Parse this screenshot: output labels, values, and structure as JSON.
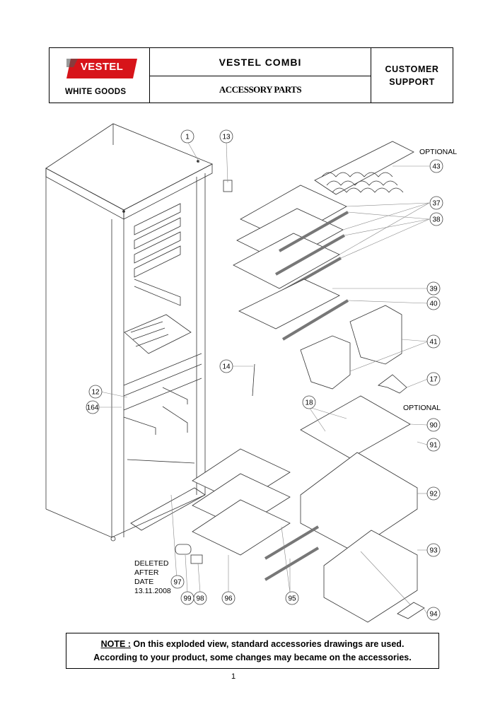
{
  "header": {
    "brand": "VESTEL",
    "division": "WHITE GOODS",
    "product": "VESTEL COMBI",
    "section": "ACCESSORY PARTS",
    "support_line1": "CUSTOMER",
    "support_line2": "SUPPORT",
    "brand_color": "#d7141a"
  },
  "callouts": {
    "c1": "1",
    "c13": "13",
    "c43": "43",
    "c37": "37",
    "c38": "38",
    "c39": "39",
    "c40": "40",
    "c41": "41",
    "c14": "14",
    "c17": "17",
    "c12": "12",
    "c164": "164",
    "c18": "18",
    "c90": "90",
    "c91": "91",
    "c92": "92",
    "c93": "93",
    "c94": "94",
    "c97": "97",
    "c99": "99",
    "c98": "98",
    "c96": "96",
    "c95": "95"
  },
  "labels": {
    "optional_top": "OPTIONAL",
    "optional_mid": "OPTIONAL",
    "deleted_1": "DELETED",
    "deleted_2": "AFTER",
    "deleted_3": "DATE",
    "deleted_4": "13.11.2008"
  },
  "note": {
    "label": "NOTE :",
    "line1": "On this exploded view, standard accessories drawings are used.",
    "line2": "According to your product, some changes may became on the accessories."
  },
  "page_number": "1"
}
